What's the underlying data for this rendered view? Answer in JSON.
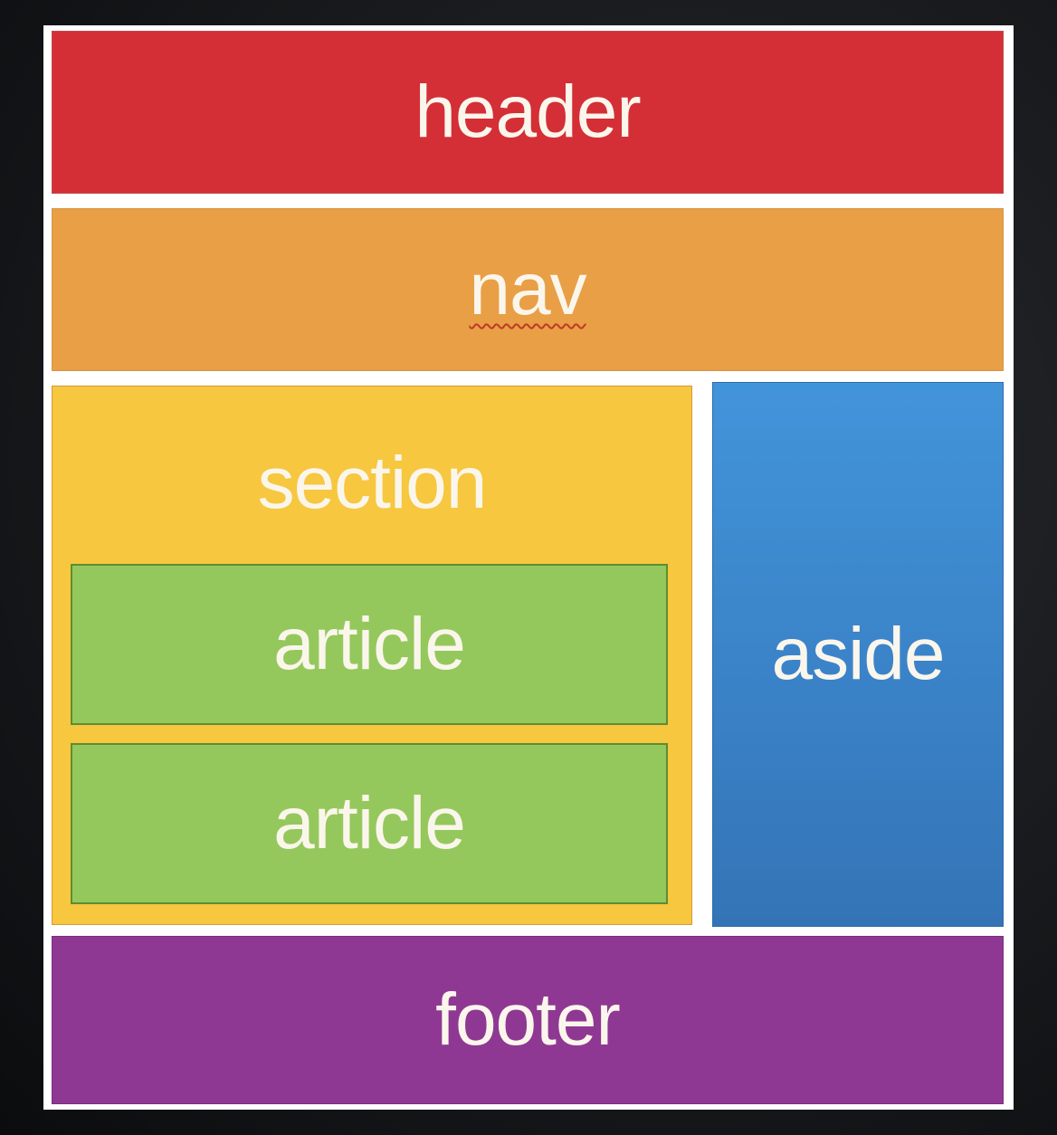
{
  "blocks": {
    "header": "header",
    "nav": "nav",
    "section": "section",
    "article_1": "article",
    "article_2": "article",
    "aside": "aside",
    "footer": "footer"
  },
  "colors": {
    "header": "#d42f36",
    "nav": "#e89f45",
    "section": "#f6c73f",
    "article": "#95c85c",
    "aside": "#3b84c9",
    "footer": "#8f3893",
    "label": "#fbf6ec"
  }
}
